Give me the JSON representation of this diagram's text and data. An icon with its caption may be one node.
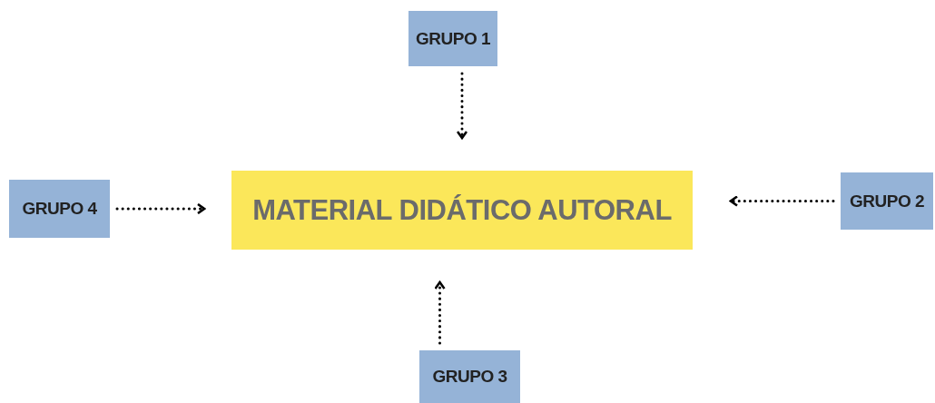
{
  "diagram": {
    "nodes": [
      {
        "text": [
          "GRUPO 1"
        ]
      },
      {
        "text": [
          "GRUPO 4"
        ]
      },
      {
        "text": [
          "MATERIAL DIDÁTICO AUTORAL"
        ]
      },
      {
        "text": [
          "GRUPO 2"
        ]
      },
      {
        "text": [
          "GRUPO 3"
        ]
      }
    ],
    "edges": [
      {
        "from": 0,
        "to": 2,
        "arrow": "to",
        "style": "dashed"
      },
      {
        "from": 1,
        "to": 2,
        "arrow": "to",
        "style": "dashed"
      },
      {
        "from": 3,
        "to": 2,
        "arrow": "to",
        "style": "dashed"
      },
      {
        "from": 4,
        "to": 2,
        "arrow": "to",
        "style": "dashed"
      }
    ]
  }
}
